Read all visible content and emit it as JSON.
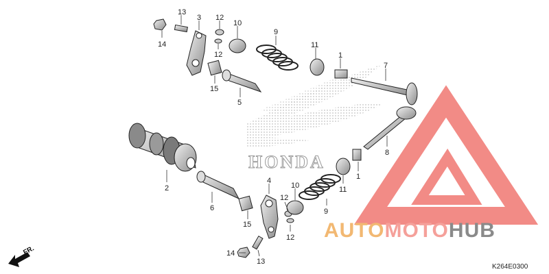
{
  "diagram": {
    "code": "K264E0300",
    "front_label": "FR.",
    "watermark_text": "HONDA",
    "callouts": {
      "c1a": "1",
      "c1b": "1",
      "c2": "2",
      "c3": "3",
      "c4": "4",
      "c5": "5",
      "c6": "6",
      "c7": "7",
      "c8": "8",
      "c9a": "9",
      "c9b": "9",
      "c10a": "10",
      "c10b": "10",
      "c11a": "11",
      "c11b": "11",
      "c12a": "12",
      "c12b": "12",
      "c12c": "12",
      "c12d": "12",
      "c13a": "13",
      "c13b": "13",
      "c14a": "14",
      "c14b": "14",
      "c15a": "15",
      "c15b": "15"
    }
  },
  "brand": {
    "auto": "AUTO",
    "moto": "MOTO",
    "hub": "HUB",
    "colors": {
      "auto": "#f2b872",
      "moto": "#f5a09a",
      "hub": "#8a8a8a",
      "triangle": "#f28b86"
    }
  }
}
